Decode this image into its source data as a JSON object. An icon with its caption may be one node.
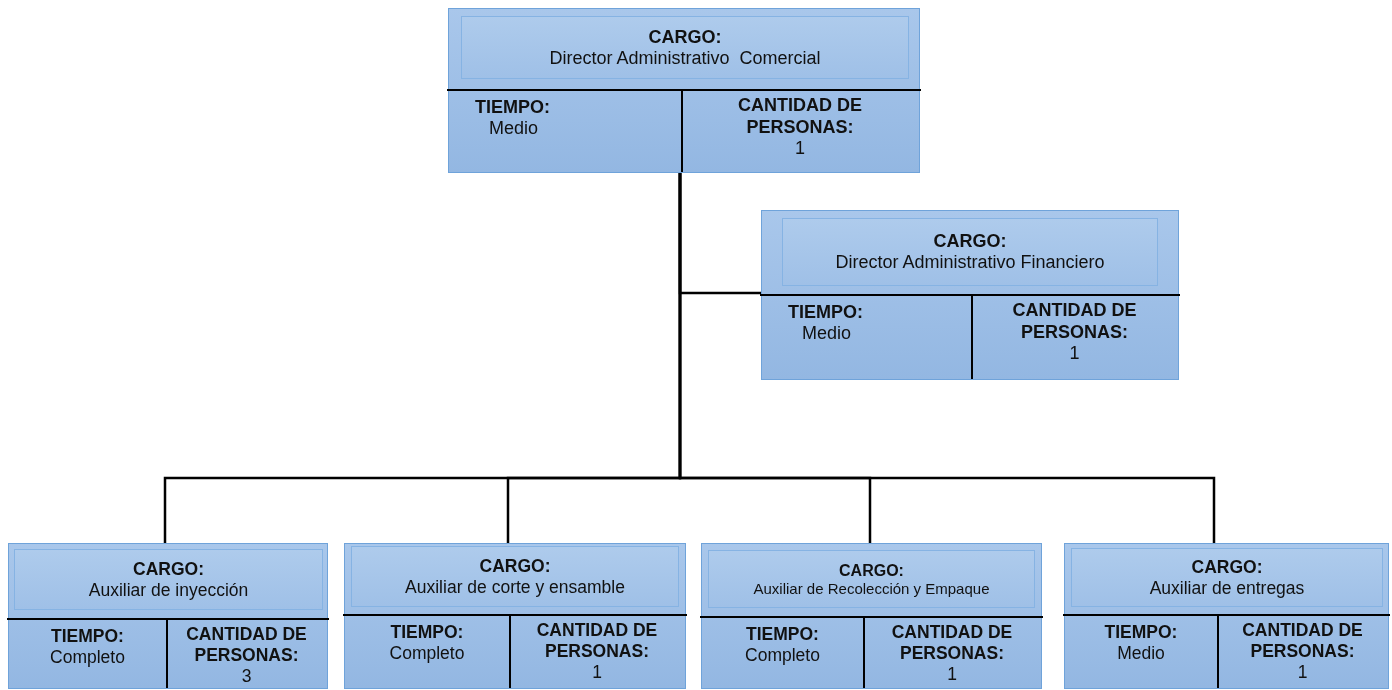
{
  "diagram": {
    "nodes": [
      {
        "text": [
          "TIEMPO:",
          "Medio",
          "CANTIDAD DE PERSONAS:",
          "1"
        ]
      },
      {
        "text": [
          "CARGO:",
          "Director Administrativo  Comercial"
        ],
        "in": 0
      },
      {
        "text": [
          "TIEMPO:",
          "Medio",
          "CANTIDAD DE PERSONAS:",
          "1"
        ]
      },
      {
        "text": [
          "CARGO:",
          "Director Administrativo Financiero"
        ],
        "in": 2
      },
      {
        "text": [
          "TIEMPO:",
          "Completo",
          "CANTIDAD DE PERSONAS:",
          "3"
        ]
      },
      {
        "text": [
          "CARGO:",
          "Auxiliar de inyección"
        ],
        "in": 4
      },
      {
        "text": [
          "TIEMPO:",
          "Completo",
          "CANTIDAD DE PERSONAS:",
          "1"
        ]
      },
      {
        "text": [
          "CARGO:",
          "Auxiliar de corte y ensamble"
        ],
        "in": 6
      },
      {
        "text": [
          "TIEMPO:",
          "Completo",
          "CANTIDAD DE PERSONAS:",
          "1"
        ]
      },
      {
        "text": [
          "CARGO:",
          "Auxiliar de Recolección y Empaque"
        ],
        "in": 8
      },
      {
        "text": [
          "TIEMPO:",
          "Medio",
          "CANTIDAD DE PERSONAS:",
          "1"
        ]
      },
      {
        "text": [
          "CARGO:",
          "Auxiliar de entregas"
        ],
        "in": 10
      }
    ],
    "edges": [
      {
        "from": 0,
        "to": 2,
        "arrow": "none"
      },
      {
        "from": 0,
        "to": 4,
        "arrow": "none"
      },
      {
        "from": 0,
        "to": 6,
        "arrow": "none"
      },
      {
        "from": 0,
        "to": 8,
        "arrow": "none"
      },
      {
        "from": 0,
        "to": 10,
        "arrow": "none"
      }
    ]
  }
}
